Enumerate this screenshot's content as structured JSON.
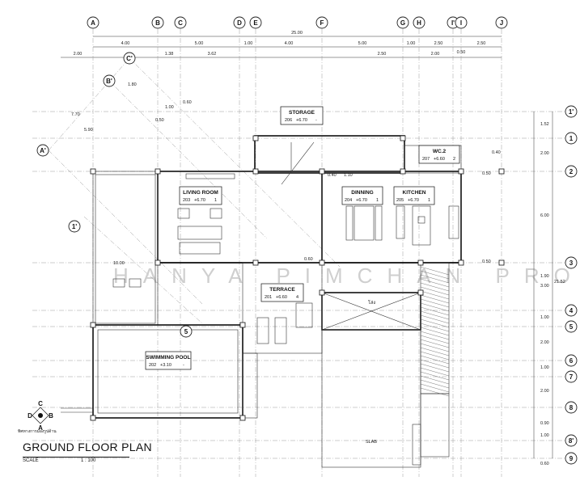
{
  "drawing": {
    "title": "GROUND FLOOR PLAN",
    "scale_label": "SCALE",
    "scale_value": "1 : 100",
    "compass_caption": "ทิศทางการมองรูปด้าน",
    "compass_letters": [
      "C",
      "D",
      "B",
      "A"
    ],
    "watermark": "HANYA PIMCHAN PROJECT"
  },
  "grid_columns": [
    "A",
    "B",
    "C",
    "D",
    "E",
    "F",
    "G",
    "H",
    "I'",
    "I",
    "J"
  ],
  "grid_rows": [
    "1'",
    "1",
    "2",
    "3",
    "4",
    "5",
    "6",
    "7",
    "8",
    "8'",
    "9"
  ],
  "diagonal_grid": [
    "C'",
    "B'",
    "A'",
    "1'",
    "5"
  ],
  "overall_dimensions": {
    "total_width": "25.00",
    "top_chain": [
      "4.00",
      "5.00",
      "1.00",
      "4.00",
      "5.00",
      "1.00",
      "2.50",
      "2.50"
    ],
    "second_chain": [
      "2.00",
      "1.38",
      "3.62",
      "2.50",
      "2.00",
      "0.50"
    ],
    "right_chain": [
      "1.52",
      "2.00",
      "6.00",
      "1.90",
      "3.00",
      "1.00",
      "2.00",
      "1.00",
      "2.00",
      "0.90",
      "1.00",
      "0.60"
    ],
    "right_total": "21.52",
    "diagonal_dims": [
      "1.80",
      "7.70",
      "5.90",
      "1.00",
      "0.50",
      "0.60",
      "0.40"
    ],
    "misc_dims": [
      "10.00",
      "1.10",
      "0.60",
      "0.40",
      "0.50",
      "0.50"
    ]
  },
  "rooms": [
    {
      "name": "STORAGE",
      "code": "206",
      "level": "+6.70",
      "tag": "-"
    },
    {
      "name": "WC.2",
      "code": "207",
      "level": "+6.60",
      "tag": "2"
    },
    {
      "name": "LIVING ROOM",
      "code": "203",
      "level": "+6.70",
      "tag": "1"
    },
    {
      "name": "DINNING",
      "code": "204",
      "level": "+6.70",
      "tag": "1"
    },
    {
      "name": "KITCHEN",
      "code": "205",
      "level": "+6.70",
      "tag": "1"
    },
    {
      "name": "TERRACE",
      "code": "201",
      "level": "+6.60",
      "tag": "4"
    },
    {
      "name": "SWIMMING POOL",
      "code": "202",
      "level": "+3.10",
      "tag": "-"
    }
  ],
  "annotations": {
    "void_label": "โล่ง",
    "slab_label": "SLAB"
  }
}
